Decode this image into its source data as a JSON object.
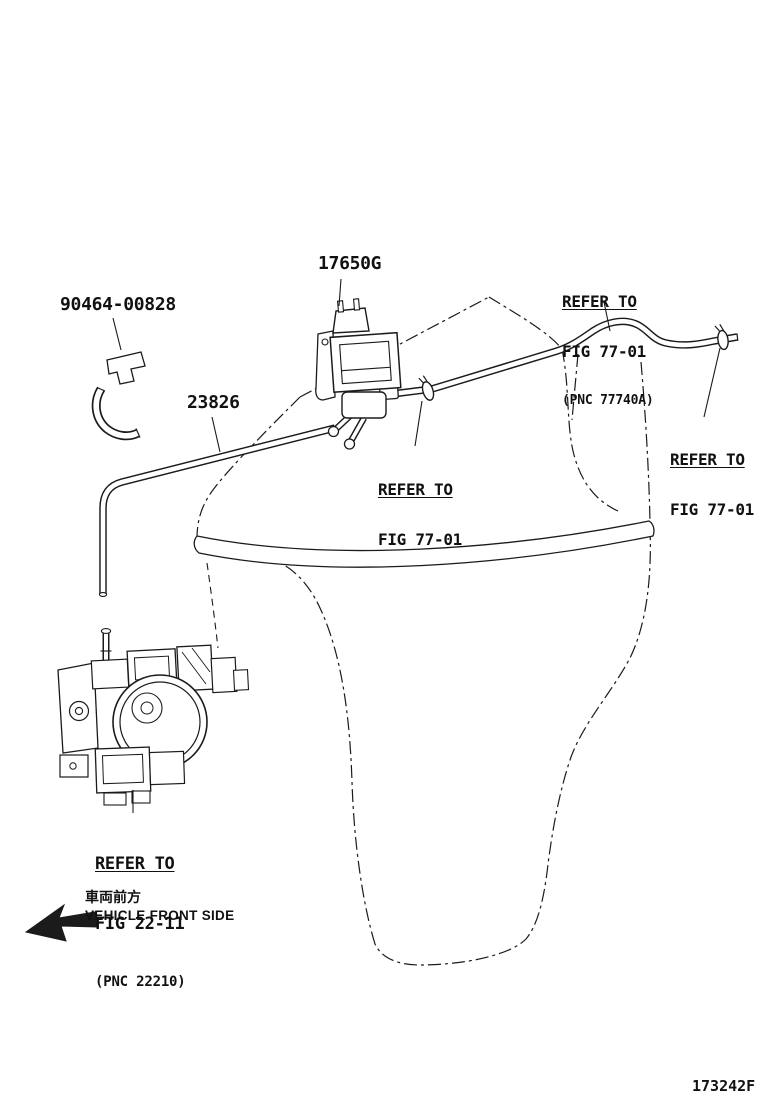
{
  "diagram": {
    "code": "173242F",
    "parts": {
      "p17650g": "17650G",
      "p90464": "90464-00828",
      "p23826": "23826"
    },
    "refs": {
      "top_right": {
        "l1": "REFER TO",
        "l2": "FIG 77-01",
        "l3": "(PNC 77740A)"
      },
      "right": {
        "l1": "REFER TO",
        "l2": "FIG 77-01"
      },
      "middle": {
        "l1": "REFER TO",
        "l2": "FIG 77-01"
      },
      "bottom_left": {
        "l1": "REFER TO",
        "l2": "FIG 22-11",
        "l3": "(PNC 22210)"
      }
    },
    "front": {
      "jp": "車両前方",
      "en": "VEHICLE FRONT SIDE"
    }
  }
}
